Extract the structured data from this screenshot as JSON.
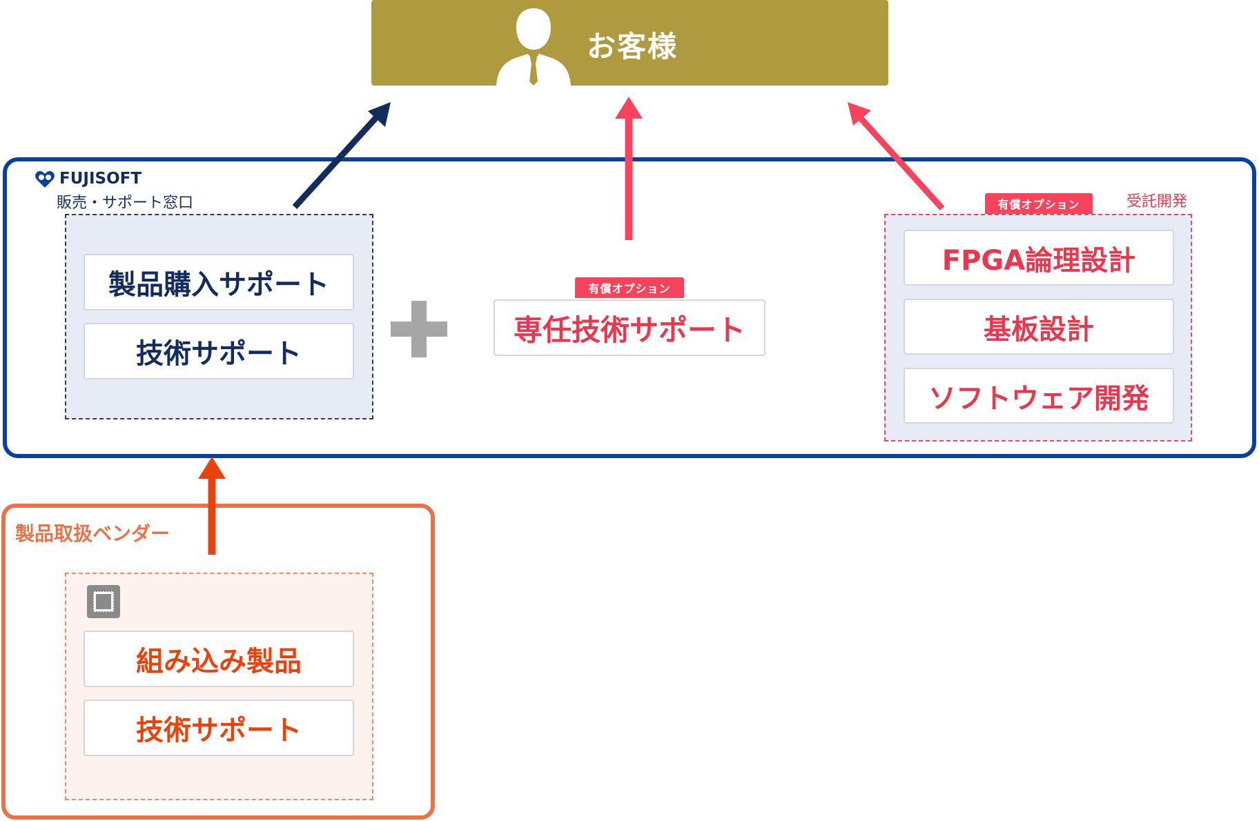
{
  "customer": {
    "label": "お客様",
    "icon": "person-silhouette-icon"
  },
  "fujisoft": {
    "name": "FUJISOFT",
    "subtitle": "販売・サポート窓口",
    "logo_icon": "fujisoft-logo-icon",
    "cards": {
      "purchase_support": "製品購入サポート",
      "tech_support": "技術サポート"
    },
    "dedicated": {
      "tag": "有償オプション",
      "label": "専任技術サポート"
    },
    "contract": {
      "tag": "有償オプション",
      "label": "受託開発",
      "items": [
        "FPGA論理設計",
        "基板設計",
        "ソフトウェア開発"
      ]
    }
  },
  "vendor": {
    "label": "製品取扱ベンダー",
    "chip_icon": "chip-icon",
    "items": [
      "組み込み製品",
      "技術サポート"
    ]
  },
  "colors": {
    "customer_gold": "#b09a3f",
    "fujisoft_blue": "#0a3f9c",
    "navy_text": "#132c5c",
    "paid_red": "#f5445c",
    "vendor_orange": "#e6734a",
    "vendor_text": "#e8430f"
  }
}
